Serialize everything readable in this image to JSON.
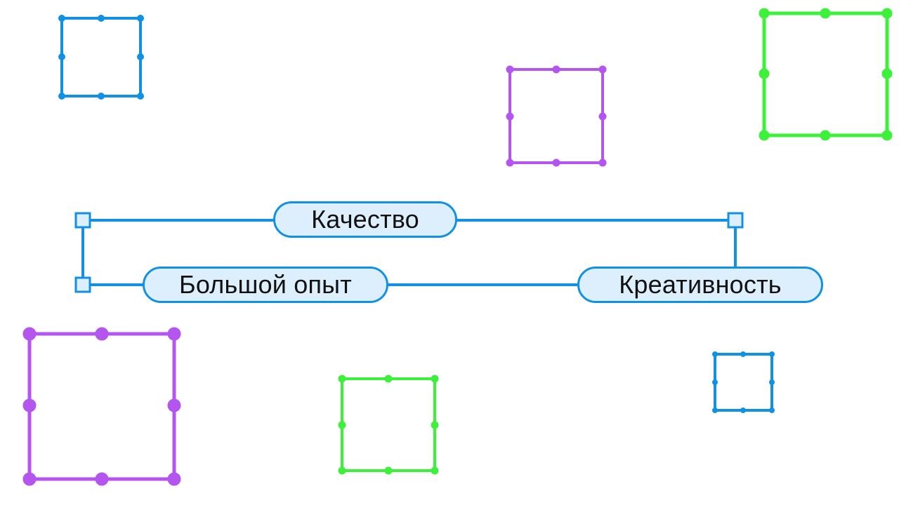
{
  "diagram": {
    "labels": {
      "quality": "Качество",
      "experience": "Большой опыт",
      "creativity": "Креативность"
    },
    "colors": {
      "blue": "#1091e6",
      "purple": "#b455f0",
      "green": "#3df03a",
      "pill_fill": "#ddeefc",
      "text": "#111111"
    }
  }
}
